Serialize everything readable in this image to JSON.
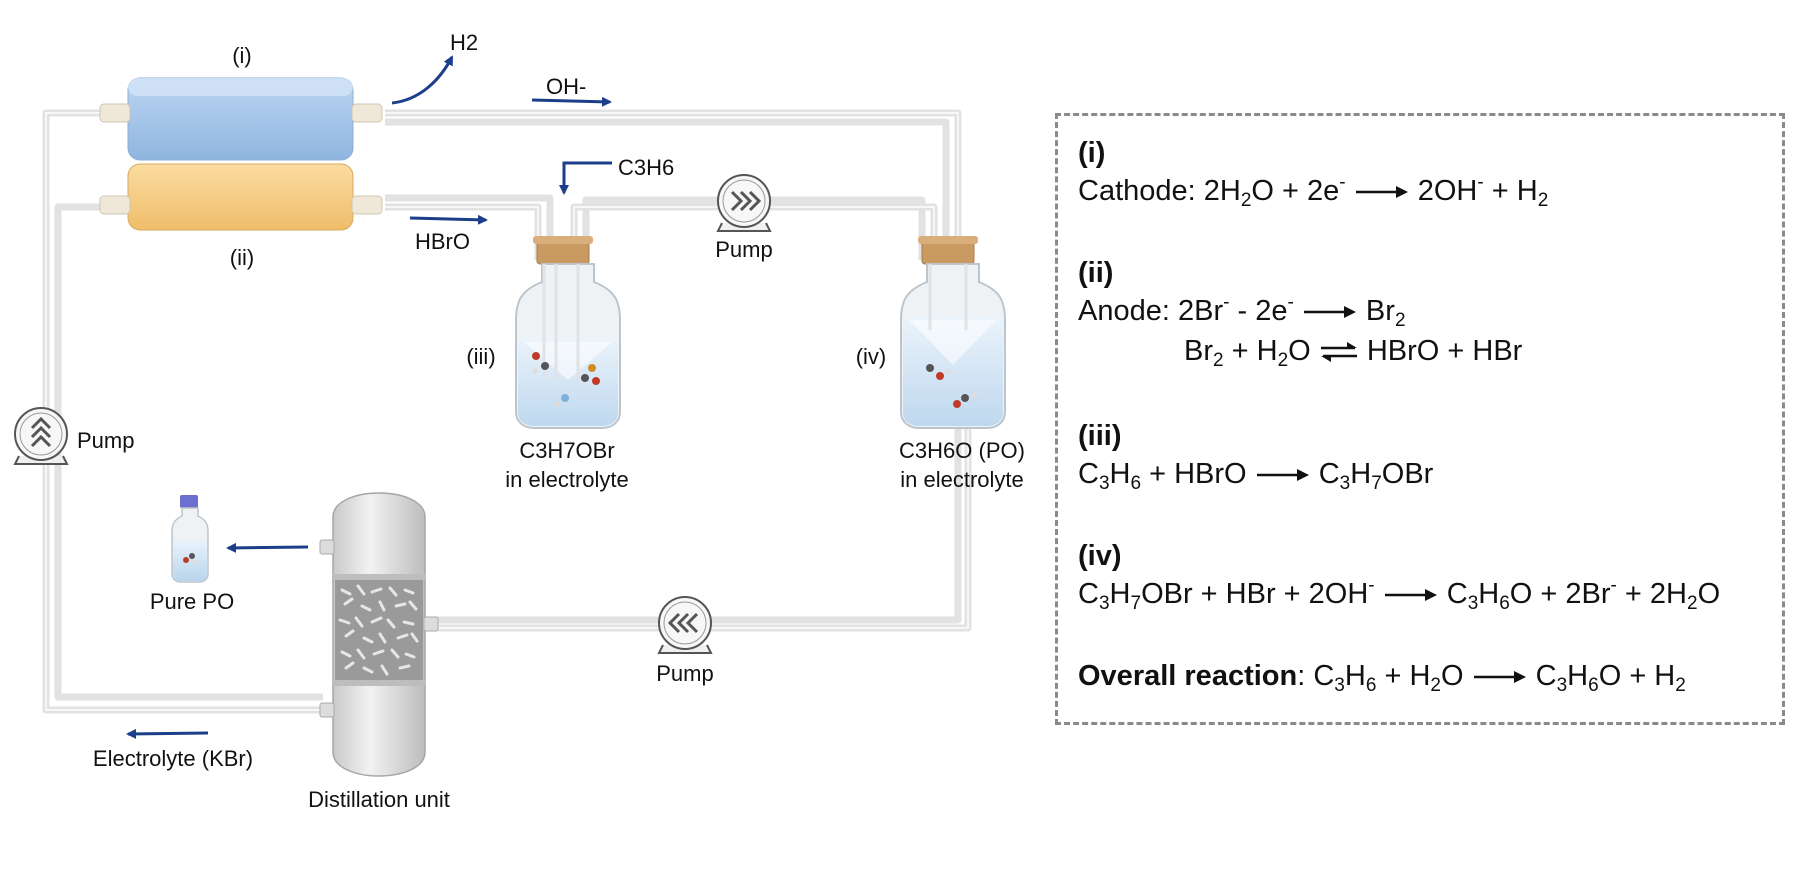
{
  "labels": {
    "cell_i": "(i)",
    "cell_ii": "(ii)",
    "h2_formula": "H2",
    "oh_formula": "OH-",
    "c3h6_formula": "C3H6",
    "hbro": "HBrO",
    "pump": "Pump",
    "bottle_iii": "(iii)",
    "bottle_iv": "(iv)",
    "bottle_iii_formula": "C3H7OBr",
    "bottle_iii_sub": "in electrolyte",
    "bottle_iv_formula": "C3H6O (PO)",
    "bottle_iv_sub": "in electrolyte",
    "pure_po": "Pure PO",
    "electrolyte": "Electrolyte (KBr)",
    "distillation": "Distillation unit"
  },
  "reactions": {
    "i": {
      "tag": "(i)",
      "prefix": "Cathode: "
    },
    "ii": {
      "tag": "(ii)",
      "prefix": "Anode: "
    },
    "iii": {
      "tag": "(iii)"
    },
    "iv": {
      "tag": "(iv)"
    },
    "overall": {
      "tag": "Overall reaction"
    }
  },
  "colors": {
    "arrow": "#1b3f8b",
    "cathode": "#a9c8ea",
    "anode": "#f6cf8a",
    "tube": "#e6e6e6",
    "box_border": "#8a8a8a"
  }
}
